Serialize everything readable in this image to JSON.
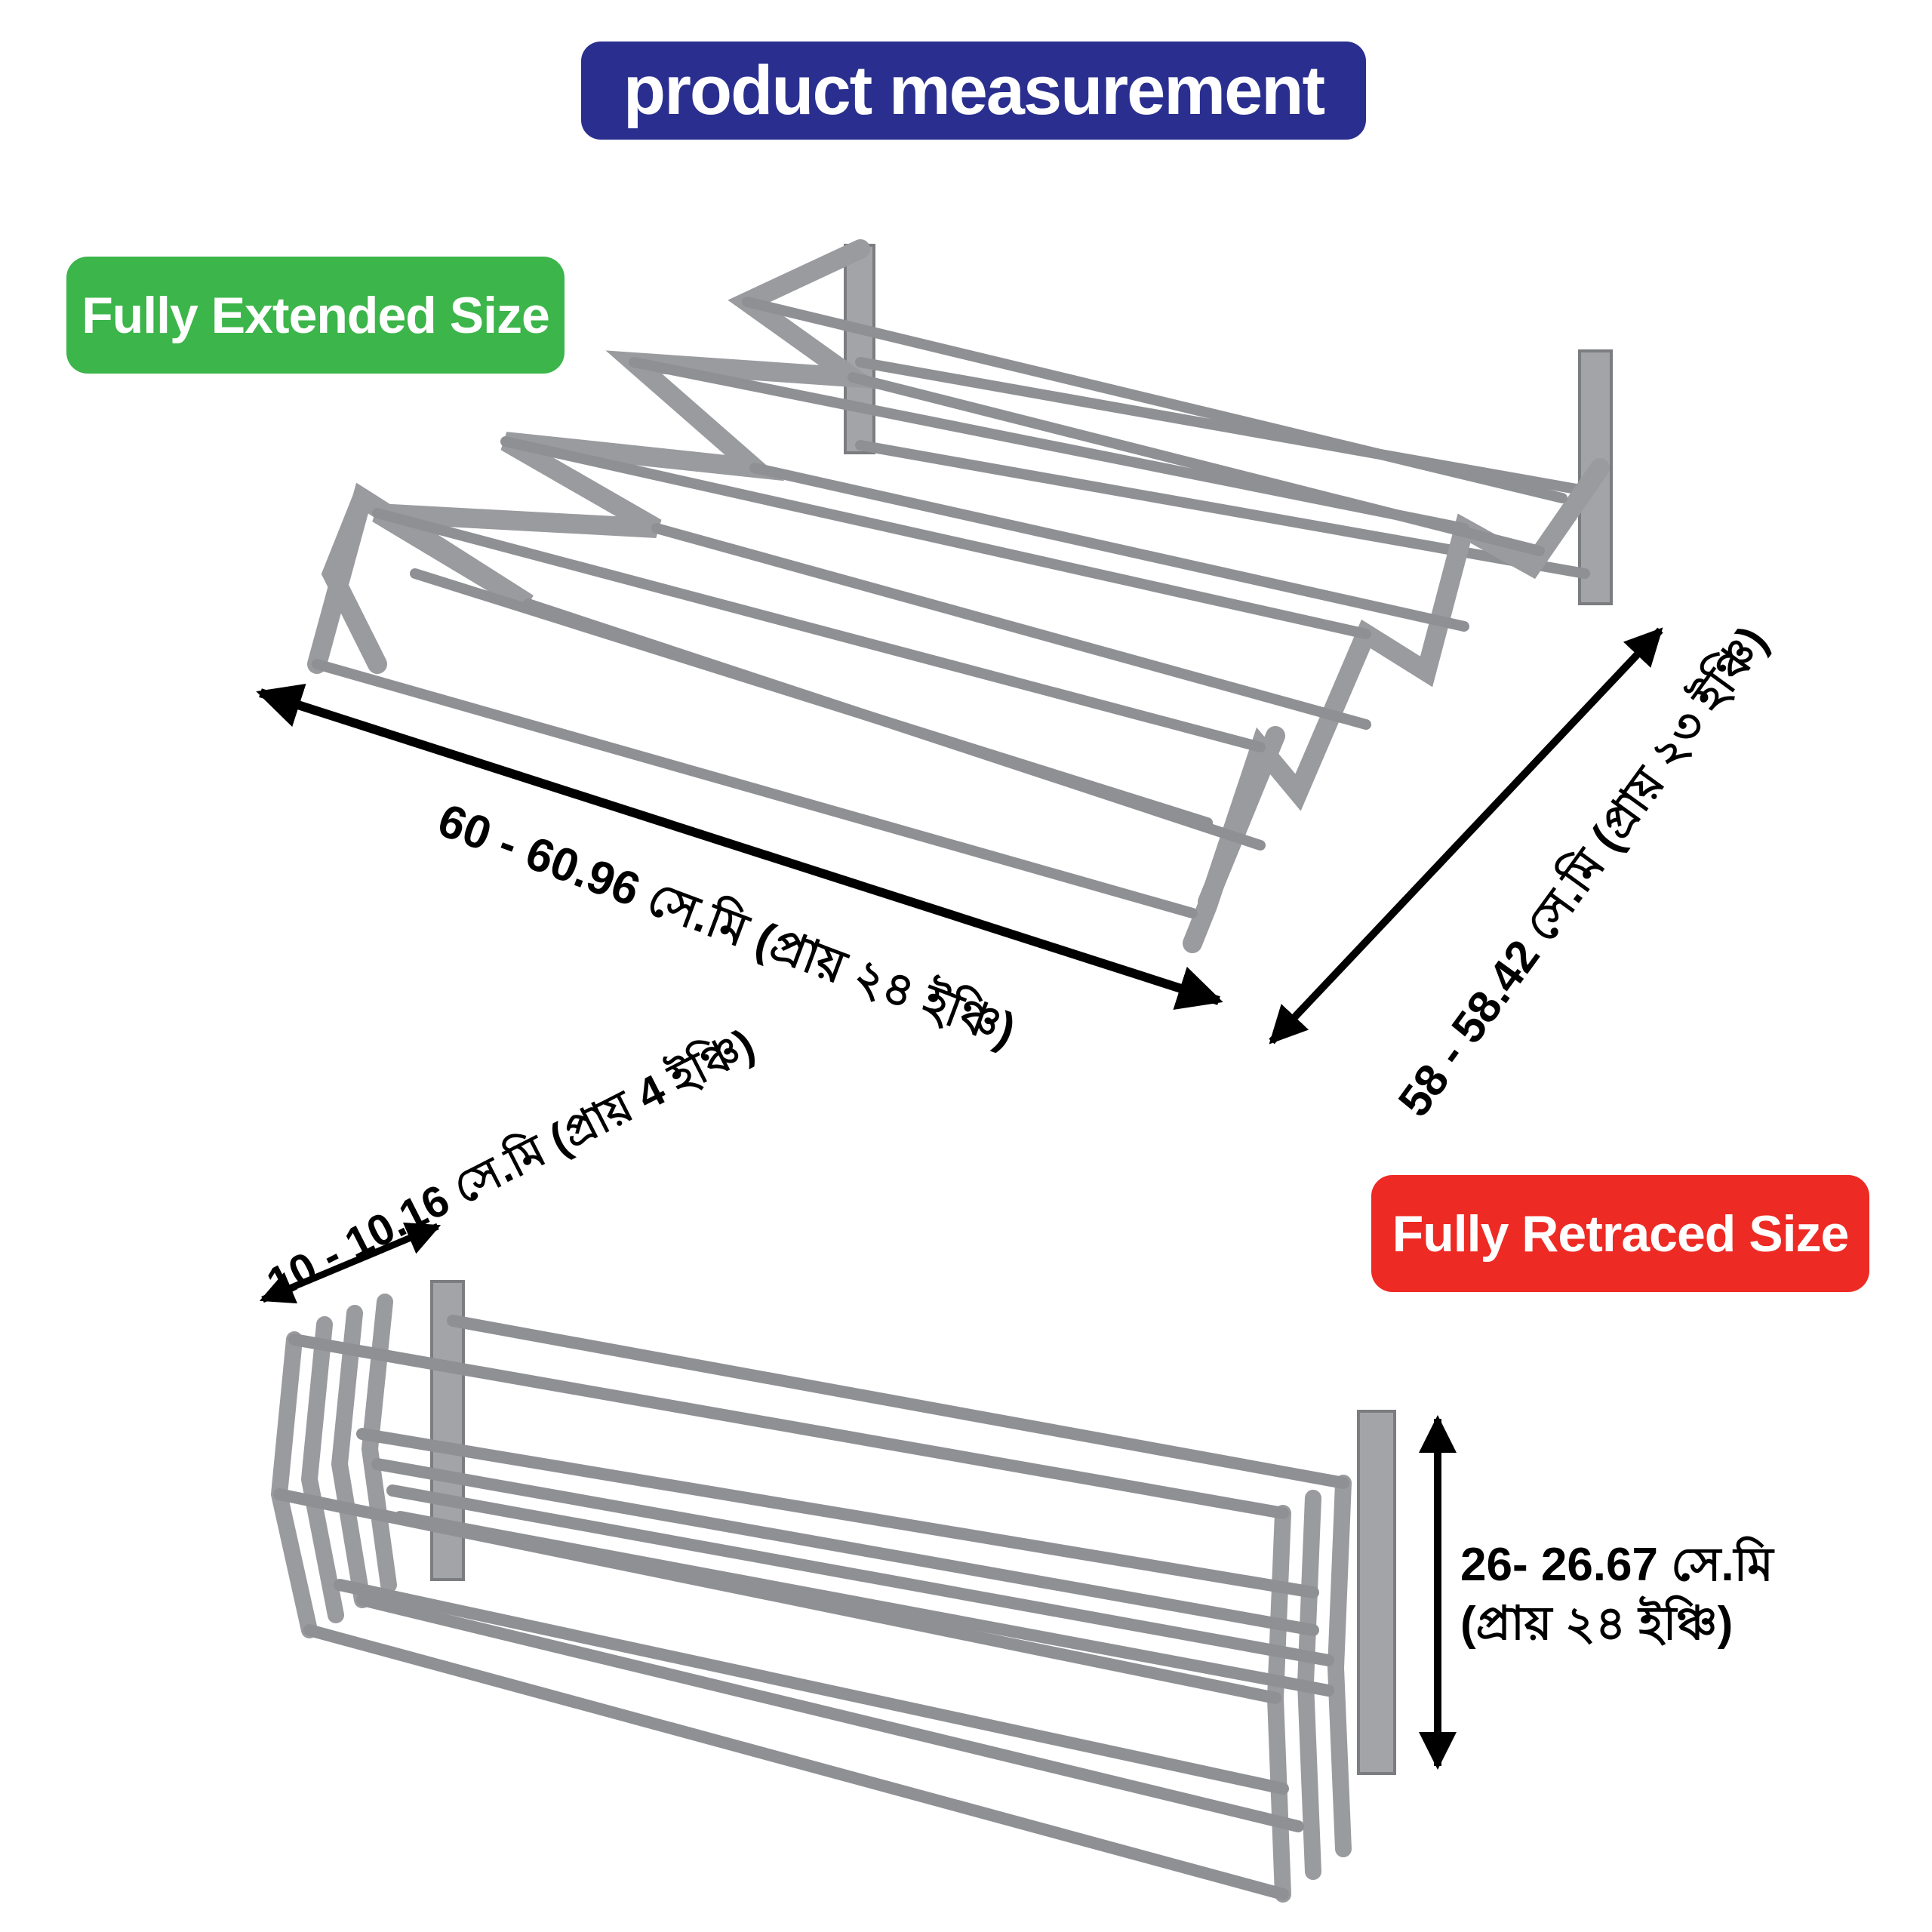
{
  "title": "product measurement",
  "extended_label": "Fully Extended Size",
  "retracted_label": "Fully Retraced Size",
  "dimensions": {
    "extended_width": "60 - 60.96 সে.মি (প্রায় ২৪ ইঞ্চি)",
    "extended_depth": "58 - 58.42 সে.মি (প্রায় ২৩ ইঞ্চি)",
    "retracted_depth": "10 - 10.16 সে.মি (প্রায় 4 ইঞ্চি)",
    "retracted_height_line1": "26- 26.67 সে.মি",
    "retracted_height_line2": "(প্রায় ২৪ ইঞ্চি)"
  },
  "colors": {
    "title_bg": "#2a2f8f",
    "extended_bg": "#3cb54a",
    "retracted_bg": "#ee2a24",
    "rack_metal": "#8f9094",
    "arrow": "#000000"
  },
  "icons": [
    "extended-rack-illustration",
    "retracted-rack-illustration",
    "double-arrow-icon"
  ]
}
